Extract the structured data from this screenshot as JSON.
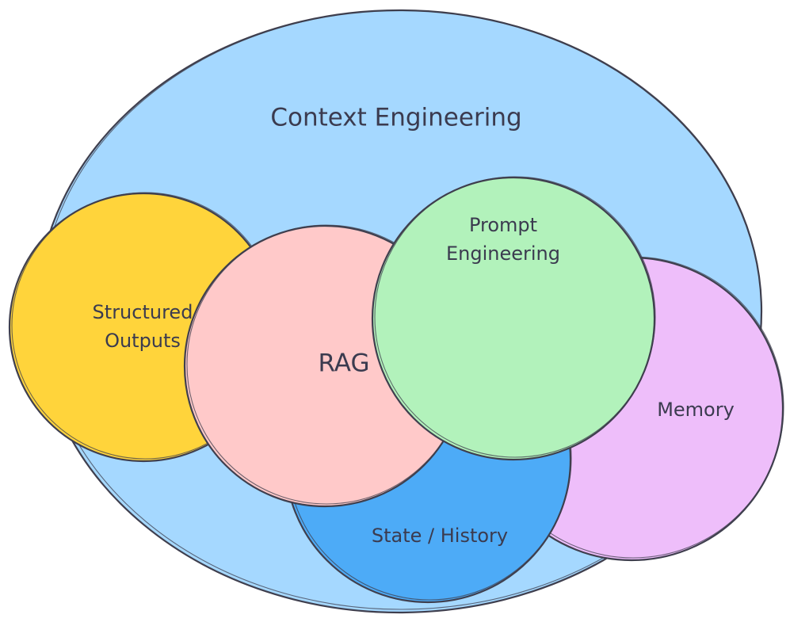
{
  "diagram": {
    "outer": {
      "label": "Context Engineering",
      "fill": "#a5d8ff"
    },
    "circles": {
      "memory": {
        "label": "Memory",
        "fill": "#eebefa"
      },
      "state_history": {
        "label": "State / History",
        "fill": "#4dabf7"
      },
      "structured_outputs": {
        "line1": "Structured",
        "line2": "Outputs",
        "fill": "#ffd43b"
      },
      "rag": {
        "label": "RAG",
        "fill": "#ffc9c9"
      },
      "prompt_engineering": {
        "line1": "Prompt",
        "line2": "Engineering",
        "fill": "#b2f2bb"
      }
    },
    "stroke": "#3f3f4e"
  }
}
